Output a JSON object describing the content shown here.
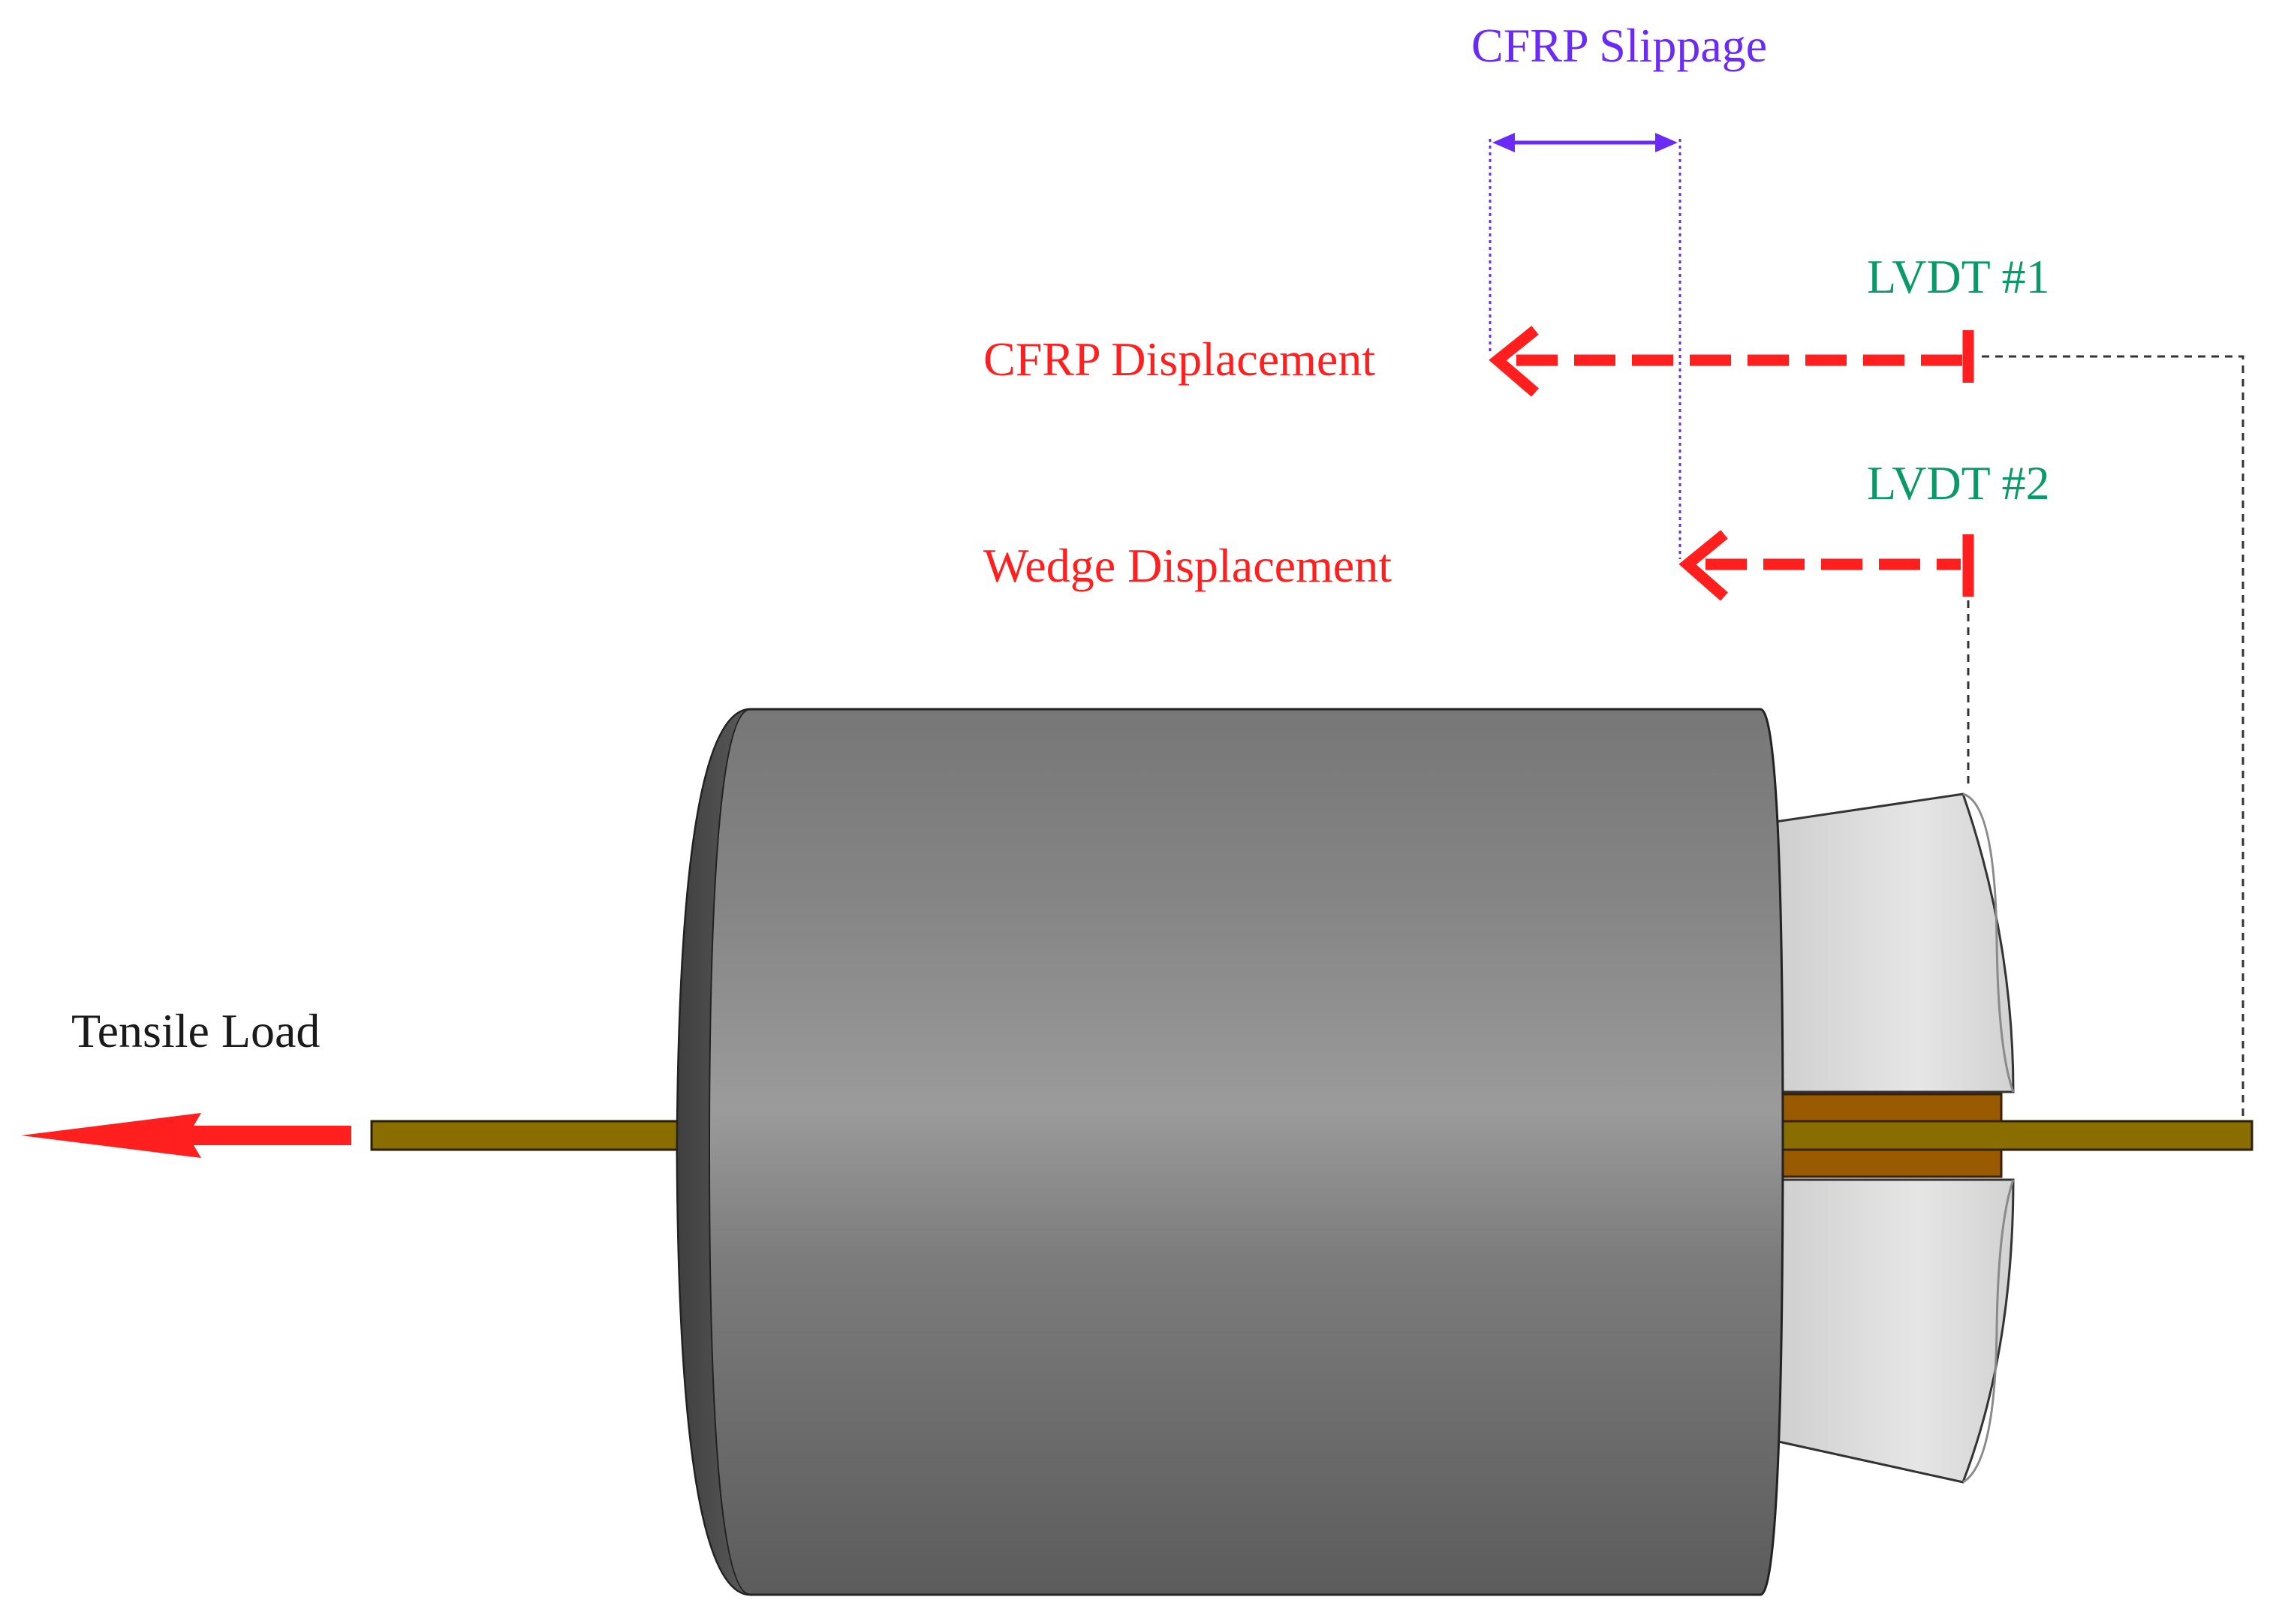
{
  "labels": {
    "slippage": "CFRP Slippage",
    "lvdt1": "LVDT #1",
    "lvdt2": "LVDT #2",
    "cfrp_displacement": "CFRP Displacement",
    "wedge_displacement": "Wedge Displacement",
    "tensile_load": "Tensile Load"
  },
  "colors": {
    "red": "#ff1f1f",
    "purple": "#6a2cf5",
    "green": "#0a9a6a",
    "black": "#1a1a1a",
    "rod": "#8a6d00",
    "wedge_inner": "#9a5a00",
    "barrel_light": "#9b9b9b",
    "barrel_dark": "#5c5c5c",
    "wedge_light": "#e0e0e0",
    "wedge_shade": "#b9b9b9"
  }
}
